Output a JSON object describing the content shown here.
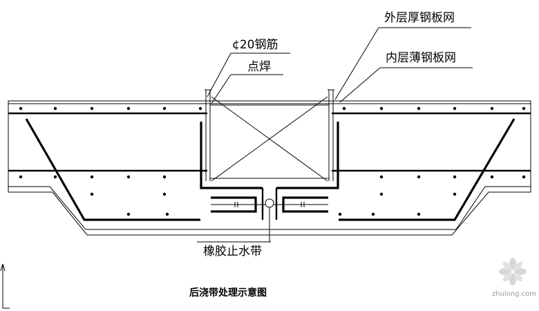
{
  "diagram": {
    "caption": "后浇带处理示意图",
    "labels": {
      "outer_mesh": "外层厚钢板网",
      "inner_mesh": "内层薄钢板网",
      "rebar": "¢20钢筋",
      "spot_weld": "点焊",
      "waterstop": "橡胶止水带"
    },
    "watermark": "zhulong.com"
  }
}
